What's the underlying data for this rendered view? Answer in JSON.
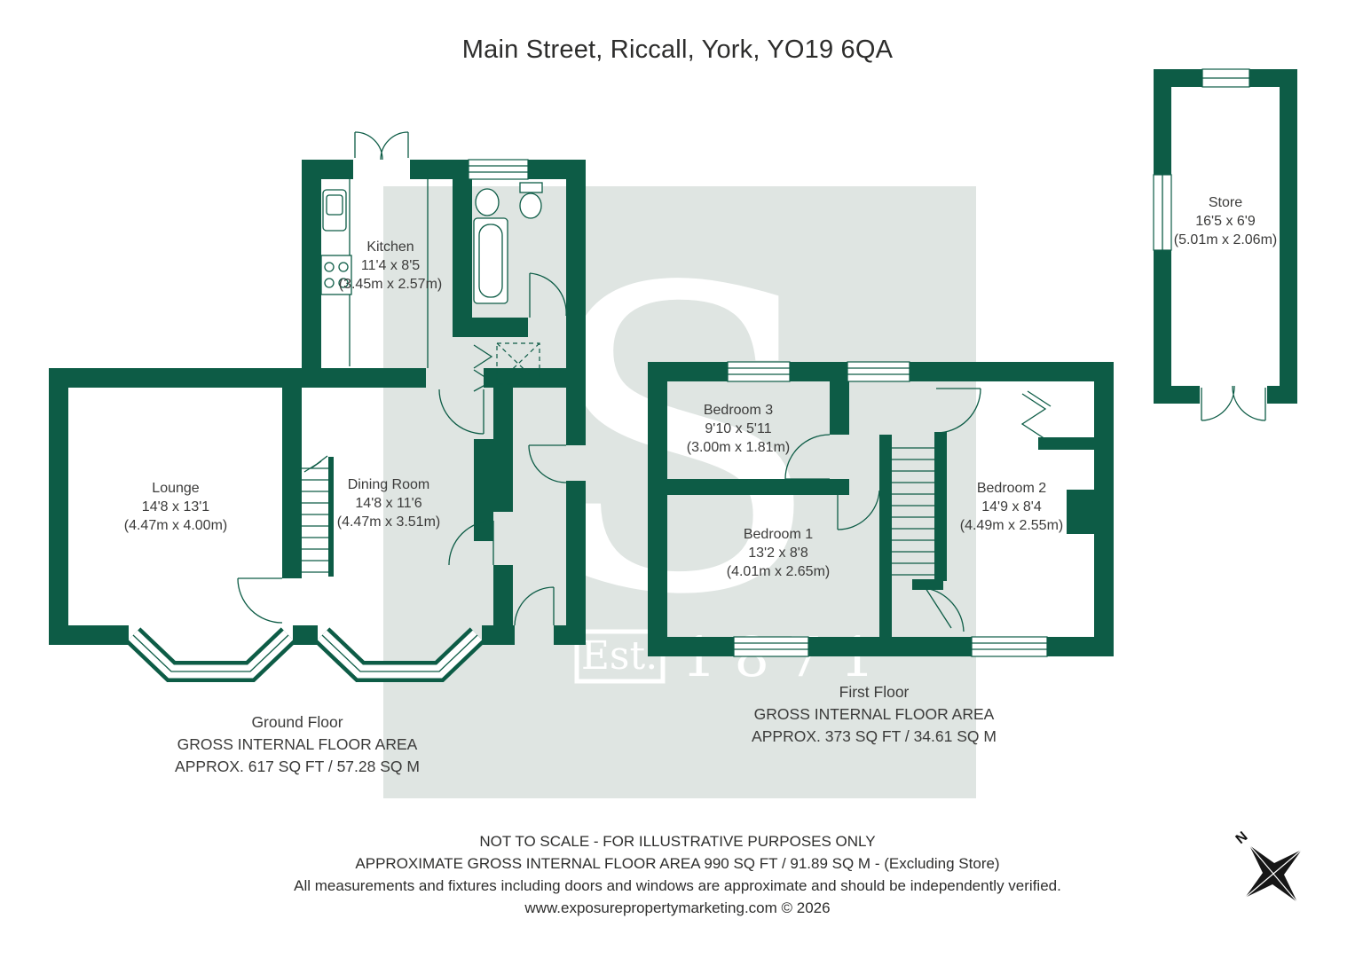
{
  "title": "Main Street, Riccall, York, YO19 6QA",
  "colors": {
    "wall": "#0D5C46",
    "watermark_bg": "#DFE5E2"
  },
  "watermark": {
    "letter": "S",
    "est_label": "Est.",
    "year": "1871"
  },
  "rooms": [
    {
      "id": "kitchen",
      "name": "Kitchen",
      "imperial": "11'4 x 8'5",
      "metric": "(3.45m x 2.57m)"
    },
    {
      "id": "lounge",
      "name": "Lounge",
      "imperial": "14'8 x 13'1",
      "metric": "(4.47m x 4.00m)"
    },
    {
      "id": "dining",
      "name": "Dining Room",
      "imperial": "14'8 x 11'6",
      "metric": "(4.47m x 3.51m)"
    },
    {
      "id": "bedroom3",
      "name": "Bedroom 3",
      "imperial": "9'10 x 5'11",
      "metric": "(3.00m x 1.81m)"
    },
    {
      "id": "bedroom1",
      "name": "Bedroom 1",
      "imperial": "13'2 x 8'8",
      "metric": "(4.01m x 2.65m)"
    },
    {
      "id": "bedroom2",
      "name": "Bedroom 2",
      "imperial": "14'9 x 8'4",
      "metric": "(4.49m x 2.55m)"
    },
    {
      "id": "store",
      "name": "Store",
      "imperial": "16'5 x 6'9",
      "metric": "(5.01m x 2.06m)"
    }
  ],
  "floors": [
    {
      "name": "Ground Floor",
      "line2": "GROSS INTERNAL FLOOR AREA",
      "line3": "APPROX. 617 SQ FT / 57.28 SQ M"
    },
    {
      "name": "First Floor",
      "line2": "GROSS INTERNAL FLOOR AREA",
      "line3": "APPROX. 373 SQ FT / 34.61 SQ M"
    }
  ],
  "footer": {
    "line1": "NOT TO SCALE - FOR ILLUSTRATIVE PURPOSES ONLY",
    "line2": "APPROXIMATE GROSS INTERNAL FLOOR AREA 990 SQ FT / 91.89 SQ M - (Excluding Store)",
    "line3": "All measurements and fixtures including doors and windows are approximate and should be independently verified.",
    "line4": "www.exposurepropertymarketing.com © 2026"
  },
  "compass": {
    "label": "N"
  }
}
